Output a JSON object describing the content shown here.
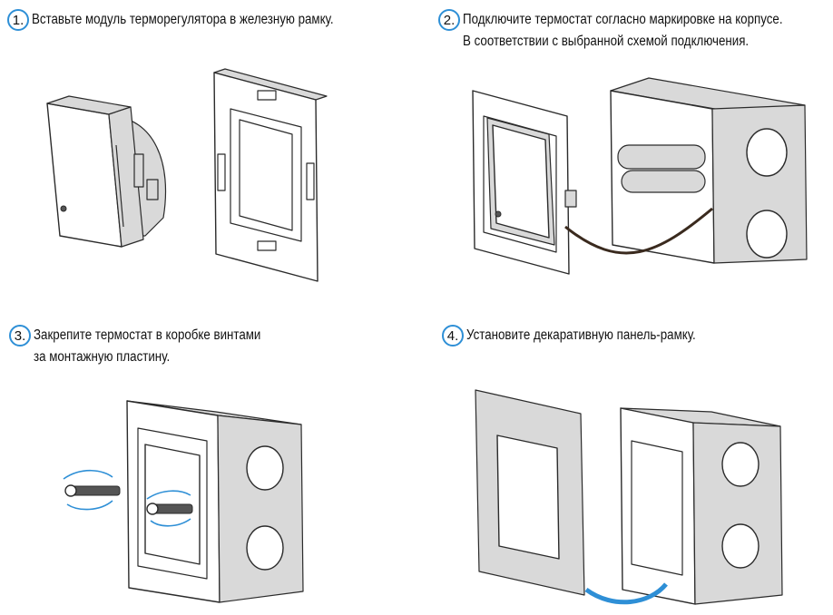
{
  "accent_color": "#2e8fd6",
  "steps": [
    {
      "number": "1.",
      "line1": "Вставьте модуль терморегулятора в железную рамку.",
      "line2": ""
    },
    {
      "number": "2.",
      "line1": "Подключите термостат согласно маркировке на корпусе.",
      "line2": "В соответствии с выбранной схемой подключения."
    },
    {
      "number": "3.",
      "line1": "Закрепите термостат в коробке винтами",
      "line2": "за монтажную пластину."
    },
    {
      "number": "4.",
      "line1": "Установите декаративную панель-рамку.",
      "line2": ""
    }
  ]
}
